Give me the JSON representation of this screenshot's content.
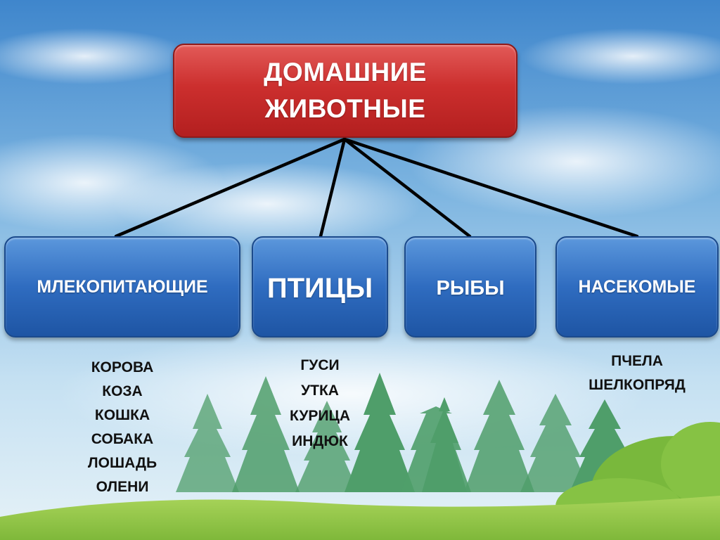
{
  "root": {
    "line1": "ДОМАШНИЕ",
    "line2": "ЖИВОТНЫЕ"
  },
  "categories": [
    {
      "label": "МЛЕКОПИТАЮЩИЕ",
      "items": [
        "КОРОВА",
        "КОЗА",
        "КОШКА",
        "СОБАКА",
        "ЛОШАДЬ",
        "ОЛЕНИ"
      ]
    },
    {
      "label": "ПТИЦЫ",
      "items": [
        "ГУСИ",
        "УТКА",
        "КУРИЦА",
        "ИНДЮК"
      ]
    },
    {
      "label": "РЫБЫ",
      "items": []
    },
    {
      "label": "НАСЕКОМЫЕ",
      "items": [
        "ПЧЕЛА",
        "ШЕЛКОПРЯД"
      ]
    }
  ],
  "colors": {
    "root_box": "#cc2f2e",
    "category_box": "#2f6cc0",
    "sky_top": "#4a8fd0",
    "grass": "#8fc24a",
    "trees": "#4f9e6a",
    "connector": "#000000"
  }
}
